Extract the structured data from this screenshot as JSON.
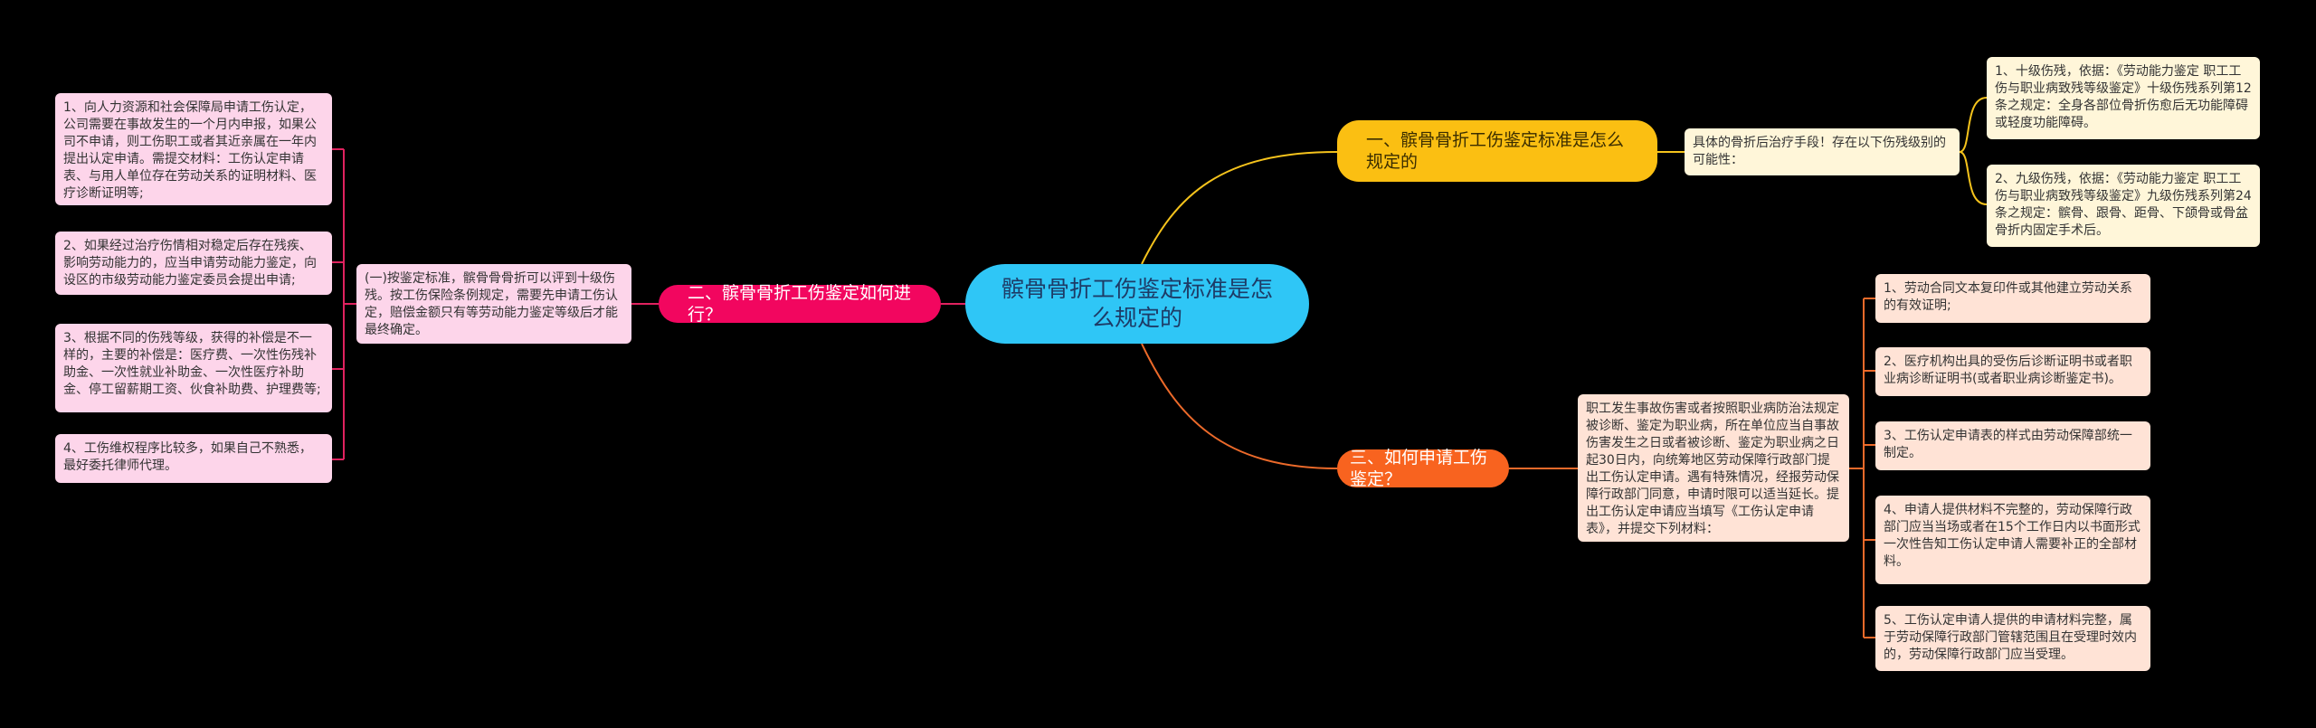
{
  "root": {
    "title": "髌骨骨折工伤鉴定标准是怎么规定的"
  },
  "branch1": {
    "label": "一、髌骨骨折工伤鉴定标准是怎么规定的",
    "intro": "具体的骨折后治疗手段！存在以下伤残级别的可能性：",
    "items": [
      "1、十级伤残，依据：《劳动能力鉴定 职工工伤与职业病致残等级鉴定》十级伤残系列第12条之规定：全身各部位骨折伤愈后无功能障碍或轻度功能障碍。",
      "2、九级伤残，依据：《劳动能力鉴定 职工工伤与职业病致残等级鉴定》九级伤残系列第24条之规定：髌骨、跟骨、距骨、下颌骨或骨盆骨折内固定手术后。"
    ]
  },
  "branch2": {
    "label": "二、髌骨骨折工伤鉴定如何进行？",
    "intro": "(一)按鉴定标准，髌骨骨骨折可以评到十级伤残。按工伤保险条例规定，需要先申请工伤认定，赔偿金额只有等劳动能力鉴定等级后才能最终确定。",
    "items": [
      "1、向人力资源和社会保障局申请工伤认定，公司需要在事故发生的一个月内申报，如果公司不申请，则工伤职工或者其近亲属在一年内提出认定申请。需提交材料：工伤认定申请表、与用人单位存在劳动关系的证明材料、医疗诊断证明等;",
      "2、如果经过治疗伤情相对稳定后存在残疾、影响劳动能力的，应当申请劳动能力鉴定，向设区的市级劳动能力鉴定委员会提出申请;",
      "3、根据不同的伤残等级，获得的补偿是不一样的，主要的补偿是：医疗费、一次性伤残补助金、一次性就业补助金、一次性医疗补助金、停工留薪期工资、伙食补助费、护理费等;",
      "4、工伤维权程序比较多，如果自己不熟悉，最好委托律师代理。"
    ]
  },
  "branch3": {
    "label": "三、如何申请工伤鉴定？",
    "intro": "职工发生事故伤害或者按照职业病防治法规定被诊断、鉴定为职业病，所在单位应当自事故伤害发生之日或者被诊断、鉴定为职业病之日起30日内，向统筹地区劳动保障行政部门提出工伤认定申请。遇有特殊情况，经报劳动保障行政部门同意，申请时限可以适当延长。提出工伤认定申请应当填写《工伤认定申请表》，并提交下列材料：",
    "items": [
      "1、劳动合同文本复印件或其他建立劳动关系的有效证明;",
      "2、医疗机构出具的受伤后诊断证明书或者职业病诊断证明书(或者职业病诊断鉴定书)。",
      "3、工伤认定申请表的样式由劳动保障部统一制定。",
      "4、申请人提供材料不完整的，劳动保障行政部门应当当场或者在15个工作日内以书面形式一次性告知工伤认定申请人需要补正的全部材料。",
      "5、工伤认定申请人提供的申请材料完整，属于劳动保障行政部门管辖范围且在受理时效内的，劳动保障行政部门应当受理。"
    ]
  },
  "colors": {
    "background": "#000000",
    "root": "#2fc6f6",
    "branch1": "#fbbf12",
    "branch2": "#f2065f",
    "branch3": "#f8631f",
    "link1": "#f5c31c",
    "link2": "#e0225f",
    "link3": "#ec6a2a"
  }
}
